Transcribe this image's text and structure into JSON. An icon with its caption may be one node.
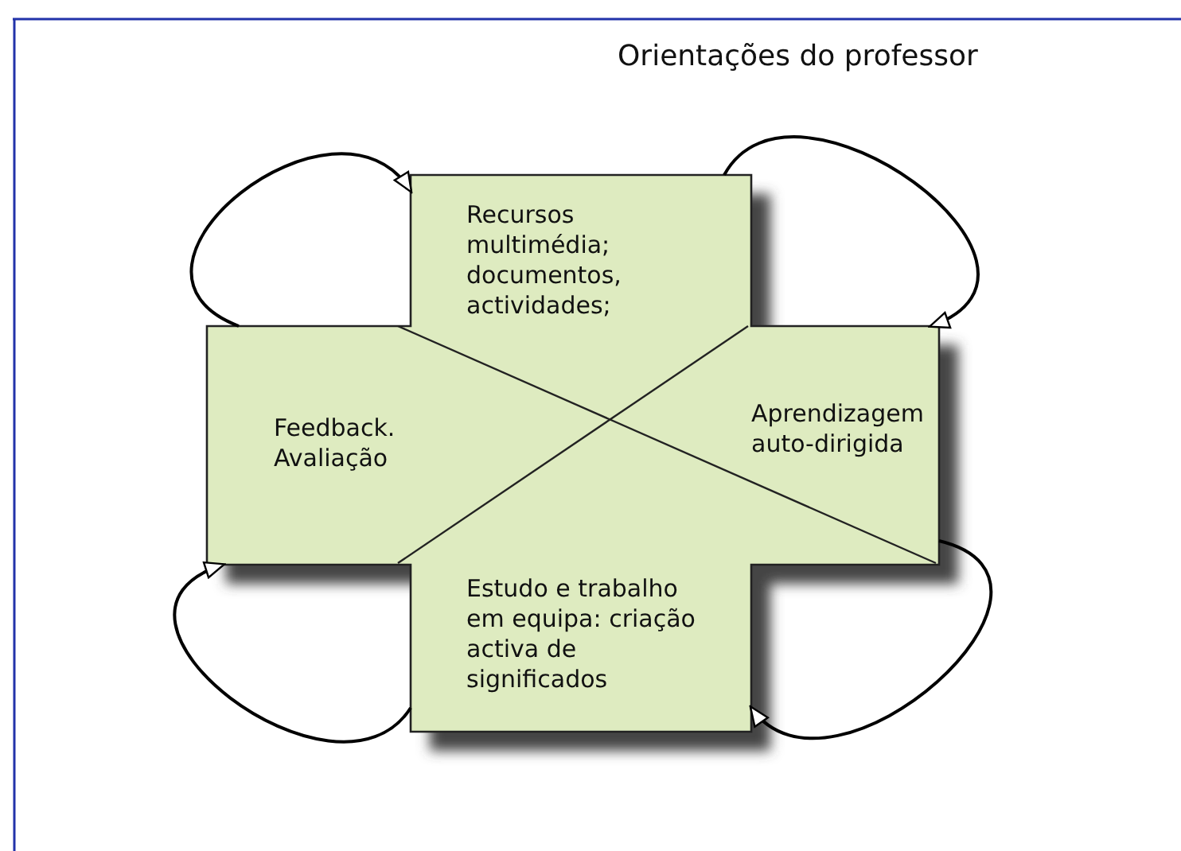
{
  "diagram": {
    "title": "Orientações do professor",
    "nodes": [
      {
        "text": [
          "Recursos multimédia; documentos, actividades;"
        ]
      },
      {
        "text": [
          "Aprendizagem auto-dirigida"
        ]
      },
      {
        "text": [
          "Estudo e trabalho em equipa: criação activa de significados"
        ]
      },
      {
        "text": [
          "Feedback. Avaliação"
        ]
      }
    ],
    "edges": [
      {
        "from": 3,
        "to": 0,
        "arrow": "to"
      },
      {
        "from": 0,
        "to": 1,
        "arrow": "to"
      },
      {
        "from": 1,
        "to": 2,
        "arrow": "to"
      },
      {
        "from": 2,
        "to": 3,
        "arrow": "to"
      }
    ]
  }
}
